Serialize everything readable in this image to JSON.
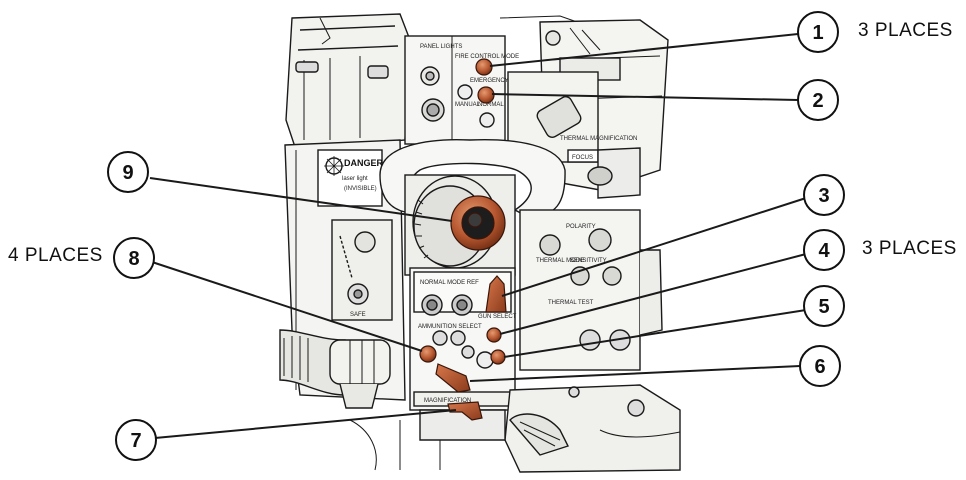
{
  "callouts": [
    {
      "number": "1"
    },
    {
      "number": "2"
    },
    {
      "number": "3"
    },
    {
      "number": "4"
    },
    {
      "number": "5"
    },
    {
      "number": "6"
    },
    {
      "number": "7"
    },
    {
      "number": "8"
    },
    {
      "number": "9"
    }
  ],
  "place_labels": {
    "top_right": "3 PLACES",
    "mid_right": "3 PLACES",
    "left": "4 PLACES"
  },
  "panel_text": {
    "panel_lights": "PANEL LIGHTS",
    "fire_control_mode": "FIRE CONTROL MODE",
    "emergency": "EMERGENCY",
    "manual": "MANUAL",
    "normal": "NORMAL",
    "danger": "DANGER",
    "laser_light": "laser light",
    "invisible": "(INVISIBLE)",
    "thermal_magnification": "THERMAL MAGNIFICATION",
    "focus": "FOCUS",
    "normal_mode_ref": "NORMAL MODE REF",
    "gun_select": "GUN SELECT",
    "ammunition_select": "AMMUNITION SELECT",
    "magnification": "MAGNIFICATION",
    "thermal_mode": "THERMAL MODE",
    "polarity": "POLARITY",
    "sensitivity": "SENSITIVITY",
    "thermal_test": "THERMAL TEST",
    "safe": "SAFE"
  },
  "colors": {
    "highlight": "#b5562f",
    "highlight_dark": "#7a3318",
    "line": "#1a1a1a",
    "panel_fill": "#f4f4f2",
    "panel_shade": "#c9c9c6"
  }
}
